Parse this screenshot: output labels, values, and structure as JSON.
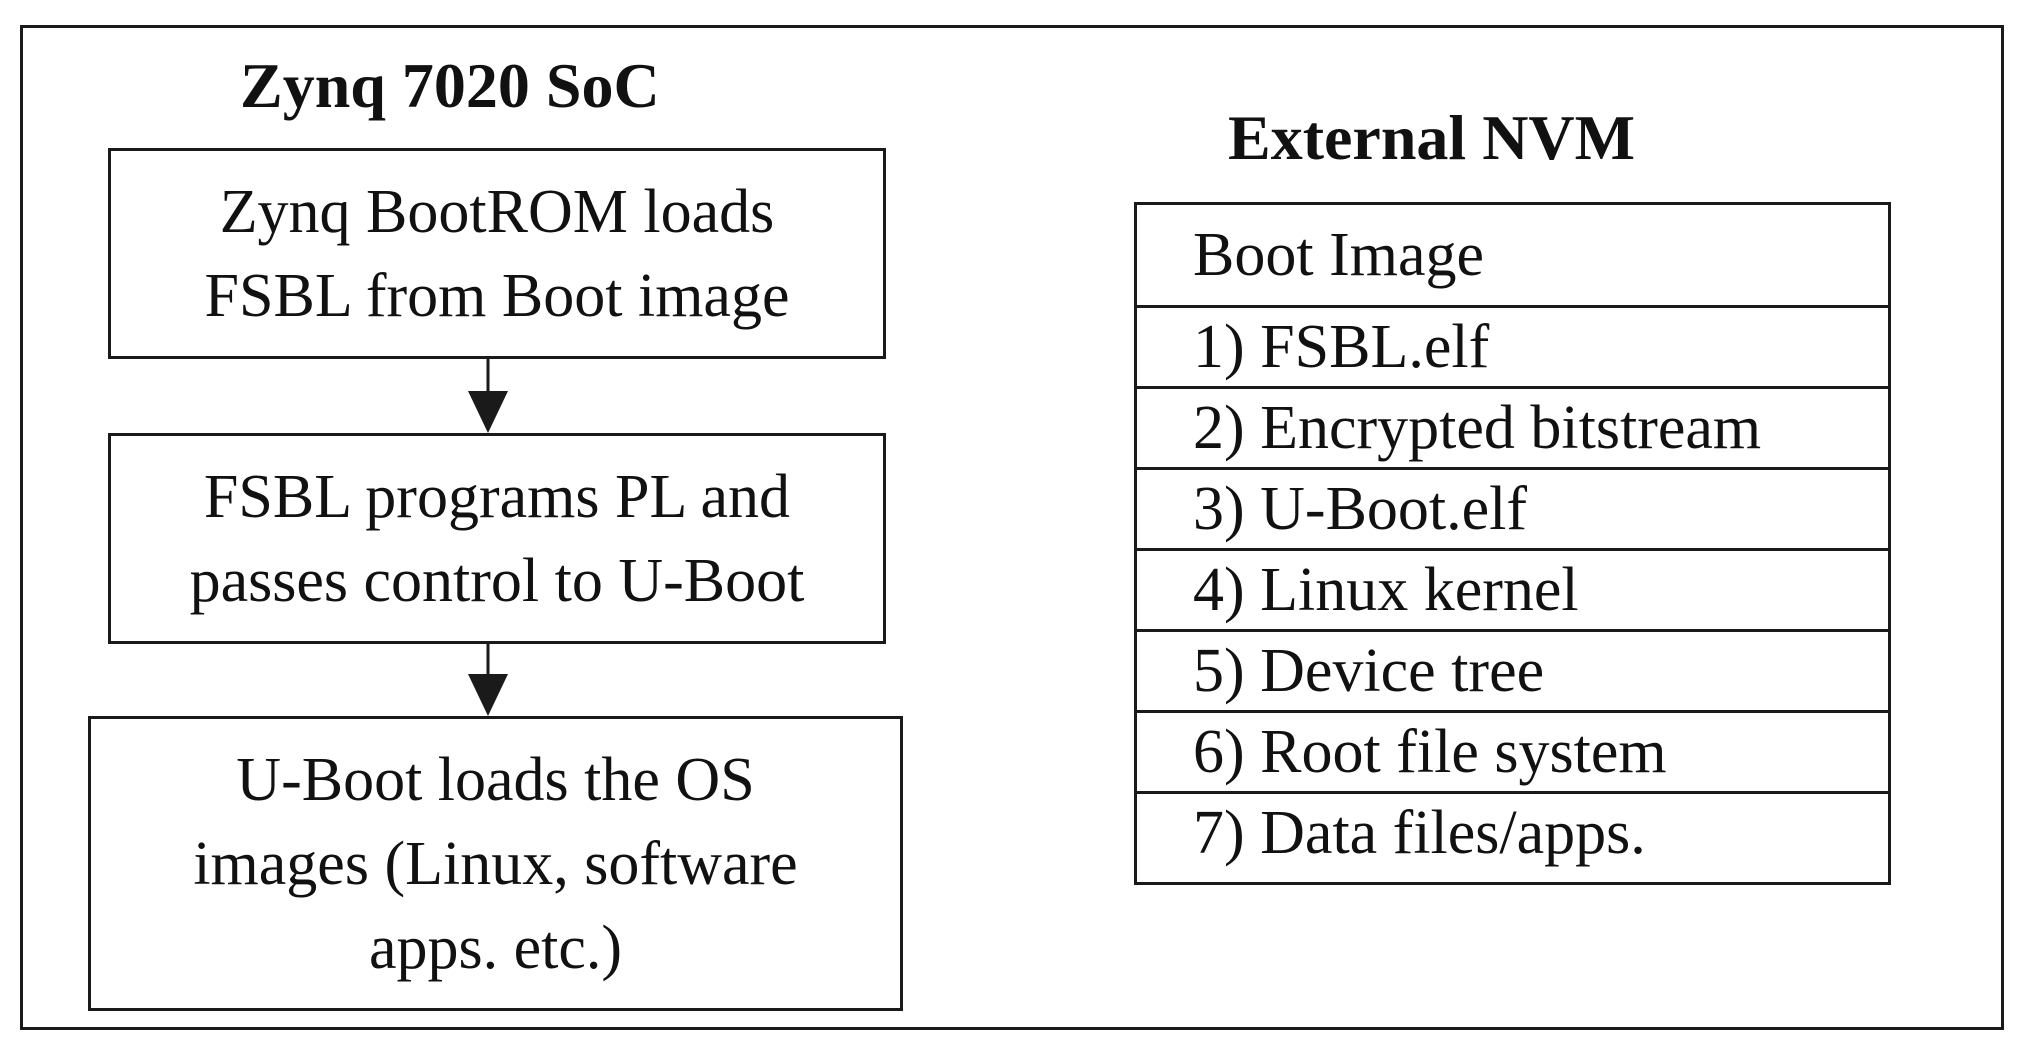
{
  "soc": {
    "title": "Zynq 7020 SoC",
    "steps": [
      {
        "lines": [
          "Zynq BootROM loads",
          "FSBL from Boot image"
        ]
      },
      {
        "lines": [
          "FSBL programs PL and",
          "passes control to U-Boot"
        ]
      },
      {
        "lines": [
          "U-Boot loads the OS",
          "images (Linux, software",
          "apps. etc.)"
        ]
      }
    ]
  },
  "nvm": {
    "title": "External NVM",
    "header": "Boot Image",
    "items": [
      "1) FSBL.elf",
      "2) Encrypted bitstream",
      "3) U-Boot.elf",
      "4) Linux kernel",
      "5) Device tree",
      "6) Root file system",
      "7) Data files/apps."
    ]
  },
  "colors": {
    "line": "#1a1a1a",
    "background": "#ffffff",
    "text": "#111111"
  }
}
